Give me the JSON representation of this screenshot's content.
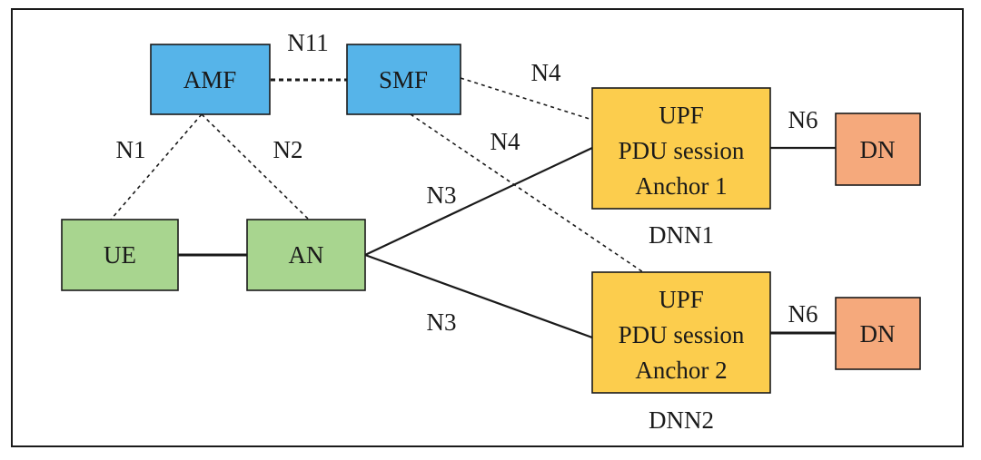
{
  "nodes": {
    "amf": {
      "label": "AMF"
    },
    "smf": {
      "label": "SMF"
    },
    "ue": {
      "label": "UE"
    },
    "an": {
      "label": "AN"
    },
    "upf1": {
      "lines": [
        "UPF",
        "PDU session",
        "Anchor 1"
      ]
    },
    "upf2": {
      "lines": [
        "UPF",
        "PDU session",
        "Anchor 2"
      ]
    },
    "dn1": {
      "label": "DN"
    },
    "dn2": {
      "label": "DN"
    }
  },
  "interfaces": {
    "n11": "N11",
    "n1": "N1",
    "n2": "N2",
    "n4_upf1": "N4",
    "n4_upf2": "N4",
    "n3_upf1": "N3",
    "n3_upf2": "N3",
    "n6_dn1": "N6",
    "n6_dn2": "N6"
  },
  "dnn": {
    "dnn1": "DNN1",
    "dnn2": "DNN2"
  },
  "colors": {
    "control_plane": "#56b4e9",
    "access": "#a8d58f",
    "upf": "#fccd4d",
    "dn": "#f5a97c",
    "line": "#1a1a1a"
  }
}
